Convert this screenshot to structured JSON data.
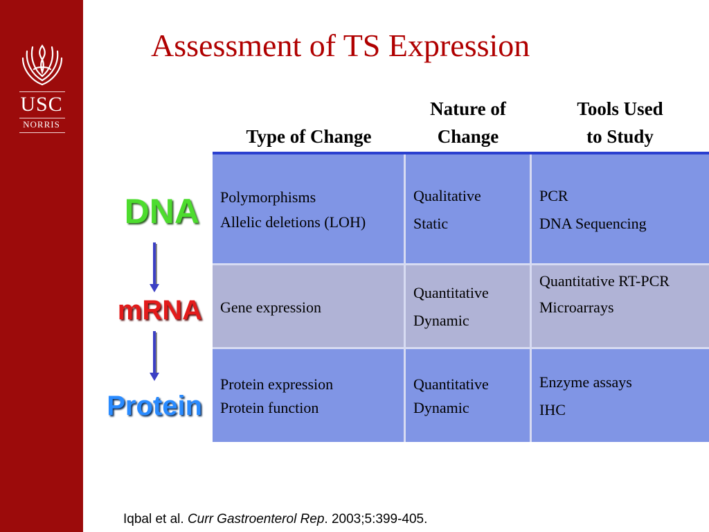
{
  "slide": {
    "title": "Assessment of TS Expression"
  },
  "logo": {
    "icon": "hands-flame-icon",
    "line1": "USC",
    "line2": "NORRIS"
  },
  "table": {
    "headers": {
      "type_of_change": [
        "Type of Change"
      ],
      "nature_of_change": [
        "Nature of",
        "Change"
      ],
      "tools_used": [
        "Tools Used",
        "to Study"
      ]
    },
    "rows": [
      {
        "type_of_change": [
          "Polymorphisms",
          "Allelic deletions (LOH)"
        ],
        "nature_of_change": [
          "Qualitative",
          "Static"
        ],
        "tools_used": [
          "PCR",
          "DNA Sequencing"
        ]
      },
      {
        "type_of_change": [
          "Gene expression"
        ],
        "nature_of_change": [
          "Quantitative",
          "Dynamic"
        ],
        "tools_used": [
          "Quantitative RT-PCR",
          "Microarrays"
        ]
      },
      {
        "type_of_change": [
          "Protein expression",
          "Protein function"
        ],
        "nature_of_change": [
          "Quantitative",
          "Dynamic"
        ],
        "tools_used": [
          "Enzyme assays",
          "IHC"
        ]
      }
    ]
  },
  "flow": {
    "labels": [
      "DNA",
      "mRNA",
      "Protein"
    ],
    "colors": {
      "dna": "#4ddc2e",
      "mrna": "#e21b1b",
      "protein": "#2a8bff",
      "arrow": "#3b3fc4"
    }
  },
  "citation": {
    "authors": "Iqbal et al.",
    "journal": "Curr Gastroenterol Rep",
    "details": ". 2003;5:399-405."
  },
  "colors": {
    "sidebar": "#9c0b0b",
    "title": "#b00000",
    "row_blue": "#8095e5",
    "row_grey": "#b0b3d6",
    "header_rule": "#2a3fcf"
  }
}
